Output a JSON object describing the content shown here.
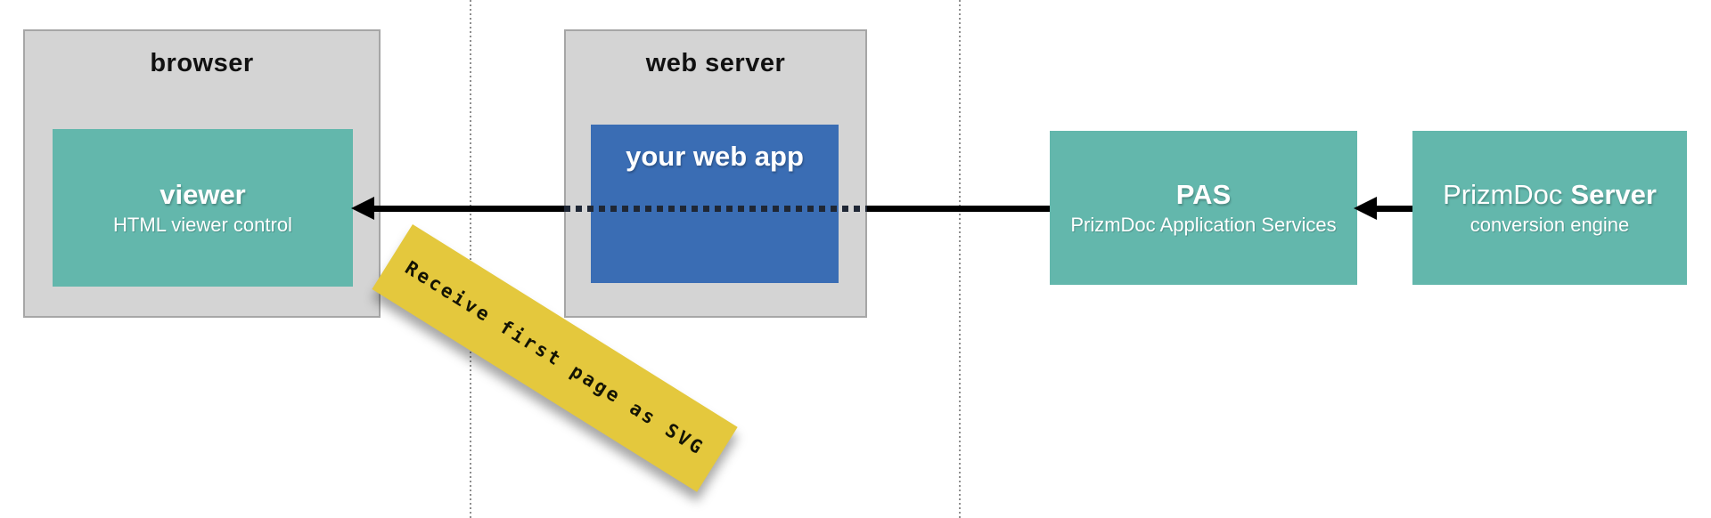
{
  "colors": {
    "teal": "#63b7ac",
    "blue": "#3a6db4",
    "zone_bg": "#d4d4d4",
    "zone_border": "#a6a6a6",
    "arrow": "#000000",
    "dotted_arrow": "#1f2735",
    "ribbon_bg": "#e4c83d",
    "ribbon_text": "#141404",
    "divider": "#8f8f8f"
  },
  "zones": {
    "browser": {
      "title": "browser"
    },
    "web_server": {
      "title": "web server"
    }
  },
  "nodes": {
    "viewer": {
      "title": "viewer",
      "subtitle": "HTML viewer control"
    },
    "web_app": {
      "title": "your web app"
    },
    "pas": {
      "title": "PAS",
      "subtitle": "PrizmDoc Application Services"
    },
    "prizmdoc_server": {
      "title_regular": "PrizmDoc",
      "title_bold": "Server",
      "subtitle": "conversion engine"
    }
  },
  "annotation": {
    "label": "Receive first page as SVG"
  },
  "arrows": [
    {
      "name": "pas-to-viewer",
      "from": "PAS",
      "to": "viewer",
      "style": "solid, dotted while passing through web server"
    },
    {
      "name": "server-to-pas",
      "from": "PrizmDoc Server",
      "to": "PAS",
      "style": "solid"
    }
  ]
}
